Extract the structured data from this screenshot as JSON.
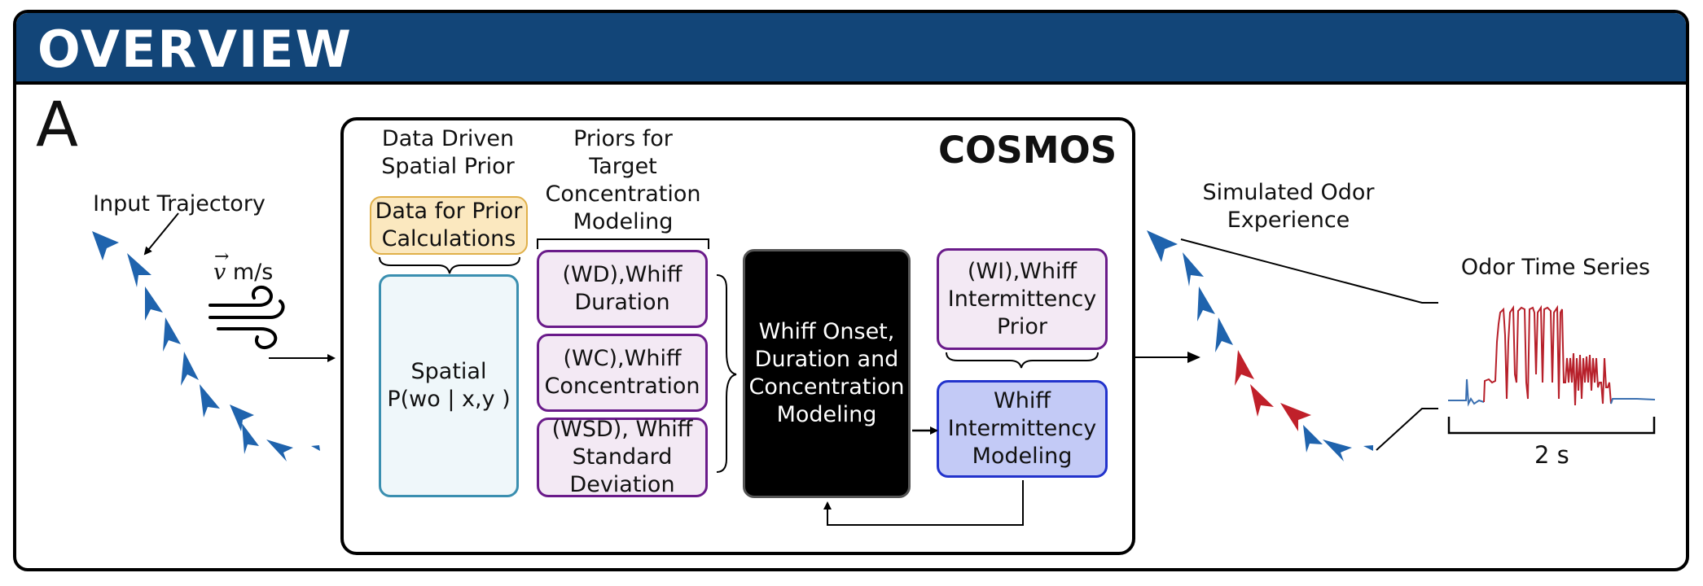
{
  "header": {
    "title": "OVERVIEW"
  },
  "panel_label": "A",
  "input": {
    "trajectory_label": "Input Trajectory",
    "wind_label": "m/s",
    "wind_vector_symbol": "v"
  },
  "cosmos": {
    "title": "COSMOS",
    "spatial_prior_heading": "Data Driven Spatial Prior",
    "data_box": "Data for Prior Calculations",
    "spatial_box_line1": "Spatial",
    "spatial_box_line2": "P(wo | x,y )",
    "priors_heading": "Priors for Target Concentration Modeling",
    "wd_box": "(WD),Whiff Duration",
    "wc_box": "(WC),Whiff Concentration",
    "wsd_box": "(WSD), Whiff Standard Deviation",
    "modeling_box": "Whiff Onset, Duration and Concentration Modeling",
    "wi_prior_box": "(WI),Whiff Intermittency Prior",
    "wi_model_box": "Whiff Intermittency Modeling"
  },
  "output": {
    "simulated_label": "Simulated Odor Experience",
    "time_series_label": "Odor Time Series",
    "scale_label": "2 s"
  },
  "colors": {
    "header_bg": "#124578",
    "trajectory_blue": "#1f63ad",
    "trajectory_red": "#c0202a",
    "series_blue": "#3a6fb0",
    "series_red": "#b7202a"
  },
  "icons": [
    "wind-icon",
    "arrow-icon"
  ]
}
